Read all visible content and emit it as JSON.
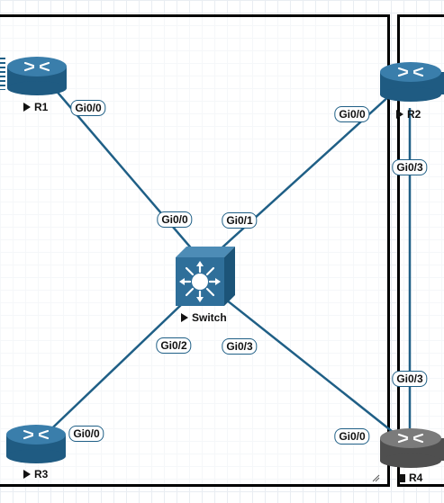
{
  "nodes": {
    "r1": {
      "name": "R1",
      "state": "running"
    },
    "r2": {
      "name": "R2",
      "state": "running"
    },
    "r3": {
      "name": "R3",
      "state": "running"
    },
    "r4": {
      "name": "R4",
      "state": "stopped"
    },
    "switch": {
      "name": "Switch",
      "state": "running"
    }
  },
  "links": {
    "r1_sw": {
      "a": "Gi0/0",
      "b": "Gi0/0"
    },
    "r2_sw": {
      "a": "Gi0/0",
      "b": "Gi0/1"
    },
    "r3_sw": {
      "a": "Gi0/0",
      "b": "Gi0/2"
    },
    "r4_sw": {
      "a": "Gi0/0",
      "b": "Gi0/3"
    },
    "r2_r4": {
      "a": "Gi0/3",
      "b": "Gi0/3"
    }
  },
  "colors": {
    "link": "#1f5f86",
    "router_running": "#2f6f9a",
    "router_stopped": "#6e6e6e",
    "switch": "#2f6f9a"
  }
}
